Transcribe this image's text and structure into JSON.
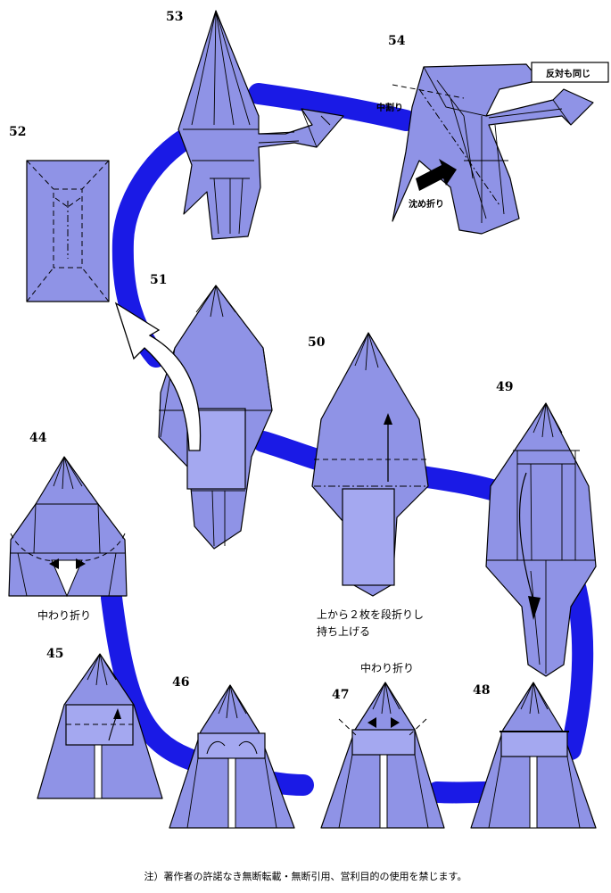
{
  "steps": {
    "s44": "44",
    "s45": "45",
    "s46": "46",
    "s47": "47",
    "s48": "48",
    "s49": "49",
    "s50": "50",
    "s51": "51",
    "s52": "52",
    "s53": "53",
    "s54": "54"
  },
  "labels": {
    "hanmei": "反対も同じ",
    "nakawari_54": "中割り",
    "shizume": "沈め折り",
    "nakawari_44": "中わり折り",
    "dan_line1": "上から２枚を段折りし",
    "dan_line2": "持ち上げる",
    "nakawari_47": "中わり折り"
  },
  "footer": "注）著作者の許諾なき無断転載・無断引用、営利目的の使用を禁じます。",
  "colors": {
    "paper": "#8f93e6",
    "band": "#1a1ae6",
    "line": "#000000"
  }
}
